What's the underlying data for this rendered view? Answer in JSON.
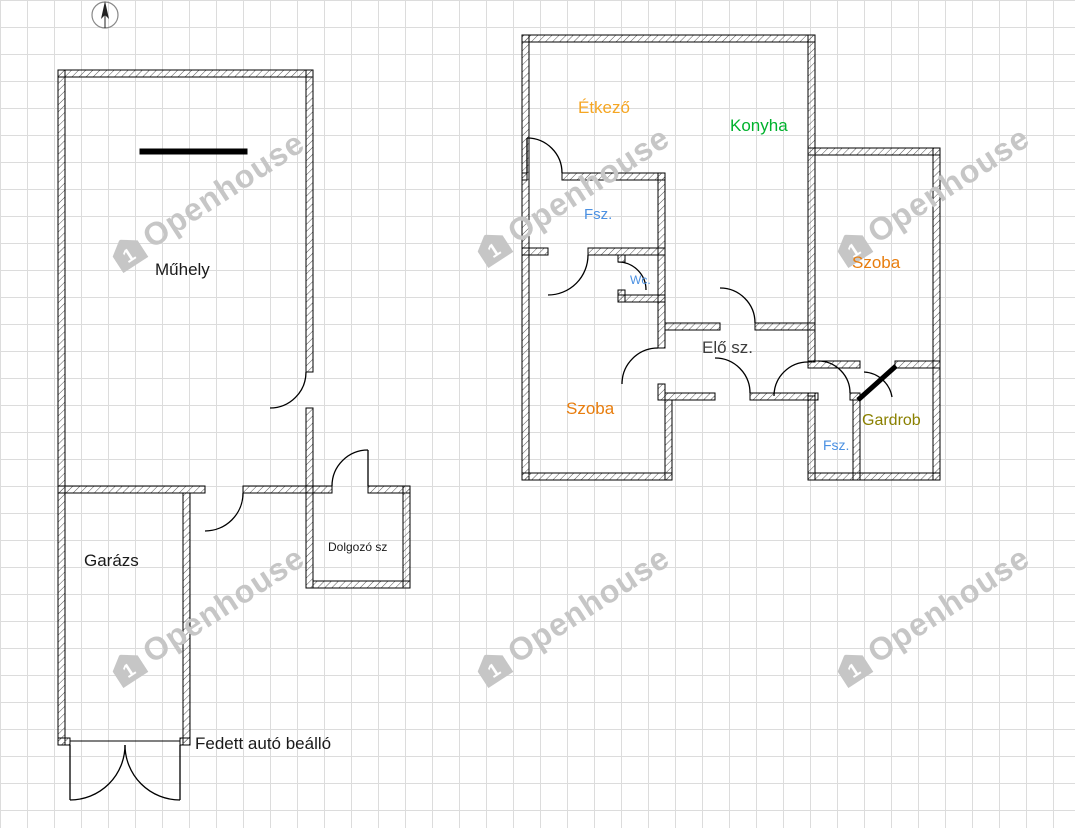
{
  "watermark": {
    "text": "Openhouse",
    "logo_digit": "1"
  },
  "rooms": {
    "muhely": {
      "label": "Műhely",
      "color": "#1a1a1a"
    },
    "garazs": {
      "label": "Garázs",
      "color": "#1a1a1a"
    },
    "dolgozo": {
      "label": "Dolgozó sz",
      "color": "#1a1a1a"
    },
    "carport": {
      "label": "Fedett autó beálló",
      "color": "#1a1a1a"
    },
    "etkezo": {
      "label": "Étkező",
      "color": "#f5a623"
    },
    "konyha": {
      "label": "Konyha",
      "color": "#00b22d"
    },
    "fsz1": {
      "label": "Fsz.",
      "color": "#4a90e2"
    },
    "wc": {
      "label": "Wc.",
      "color": "#4a90e2"
    },
    "szoba1": {
      "label": "Szoba",
      "color": "#e87d0d"
    },
    "eloszoba": {
      "label": "Elő sz.",
      "color": "#3d3d3d"
    },
    "szoba2": {
      "label": "Szoba",
      "color": "#e87d0d"
    },
    "gardrob": {
      "label": "Gardrob",
      "color": "#8a8000"
    },
    "fsz2": {
      "label": "Fsz.",
      "color": "#4a90e2"
    }
  }
}
